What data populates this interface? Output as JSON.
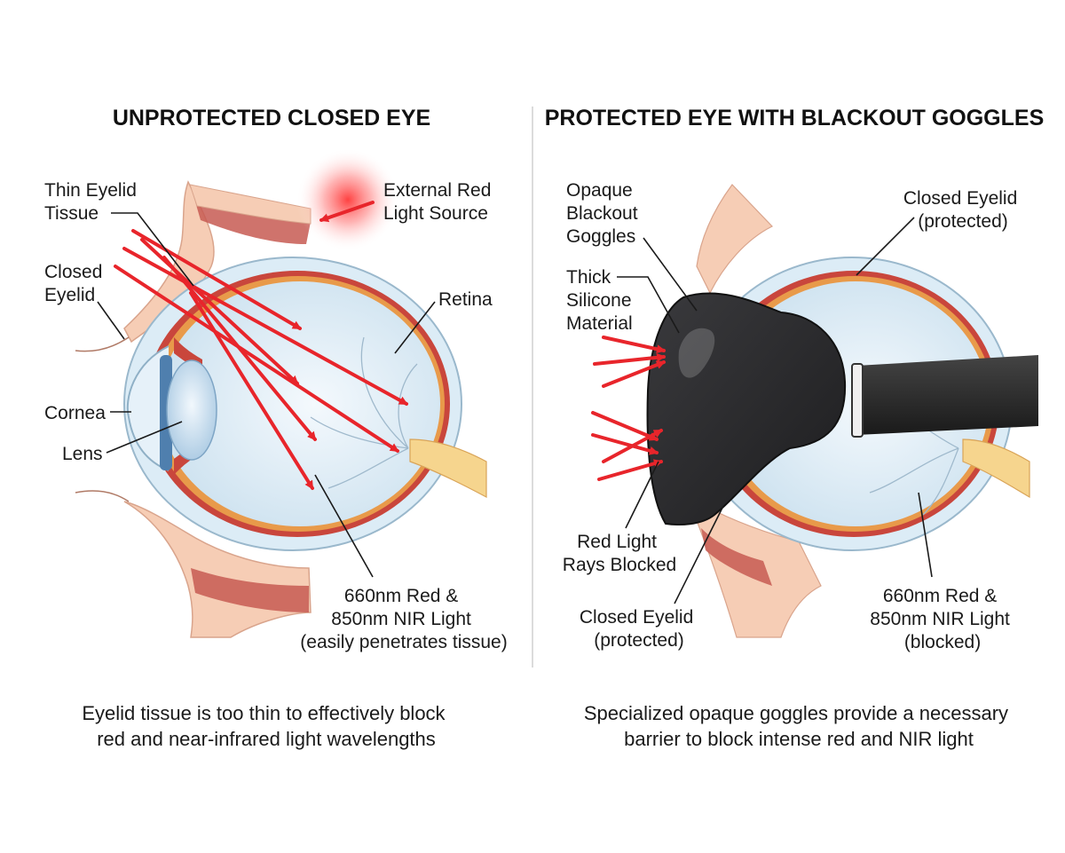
{
  "colors": {
    "ray": "#e8252b",
    "goggle": "#2b2b2d",
    "sclera": "#dcecf6",
    "retina_orange": "#e89a4a",
    "retina_red": "#c9463c",
    "optic_nerve": "#f6d58e",
    "skin": "#f6cdb5",
    "muscle": "#c75b52"
  },
  "left": {
    "title": "UNPROTECTED CLOSED EYE",
    "labels": {
      "thin_eyelid": [
        "Thin Eyelid",
        "Tissue"
      ],
      "closed_eyelid": [
        "Closed",
        "Eyelid"
      ],
      "cornea": "Cornea",
      "lens": "Lens",
      "external_light": [
        "External Red",
        "Light Source"
      ],
      "retina": "Retina",
      "light": [
        "660nm Red &",
        "850nm NIR Light",
        "(easily penetrates tissue)"
      ]
    },
    "caption": [
      "Eyelid tissue is too thin to effectively block",
      "red and near-infrared light wavelengths"
    ]
  },
  "right": {
    "title": "PROTECTED EYE WITH BLACKOUT GOGGLES",
    "labels": {
      "goggles": [
        "Opaque",
        "Blackout",
        "Goggles"
      ],
      "silicone": [
        "Thick",
        "Silicone",
        "Material"
      ],
      "closed_eyelid_top": [
        "Closed Eyelid",
        "(protected)"
      ],
      "rays_blocked": [
        "Red Light",
        "Rays Blocked"
      ],
      "closed_eyelid_bottom": [
        "Closed Eyelid",
        "(protected)"
      ],
      "light": [
        "660nm Red &",
        "850nm NIR Light",
        "(blocked)"
      ]
    },
    "caption": [
      "Specialized opaque goggles provide a necessary",
      "barrier to block intense red and NIR light"
    ]
  }
}
